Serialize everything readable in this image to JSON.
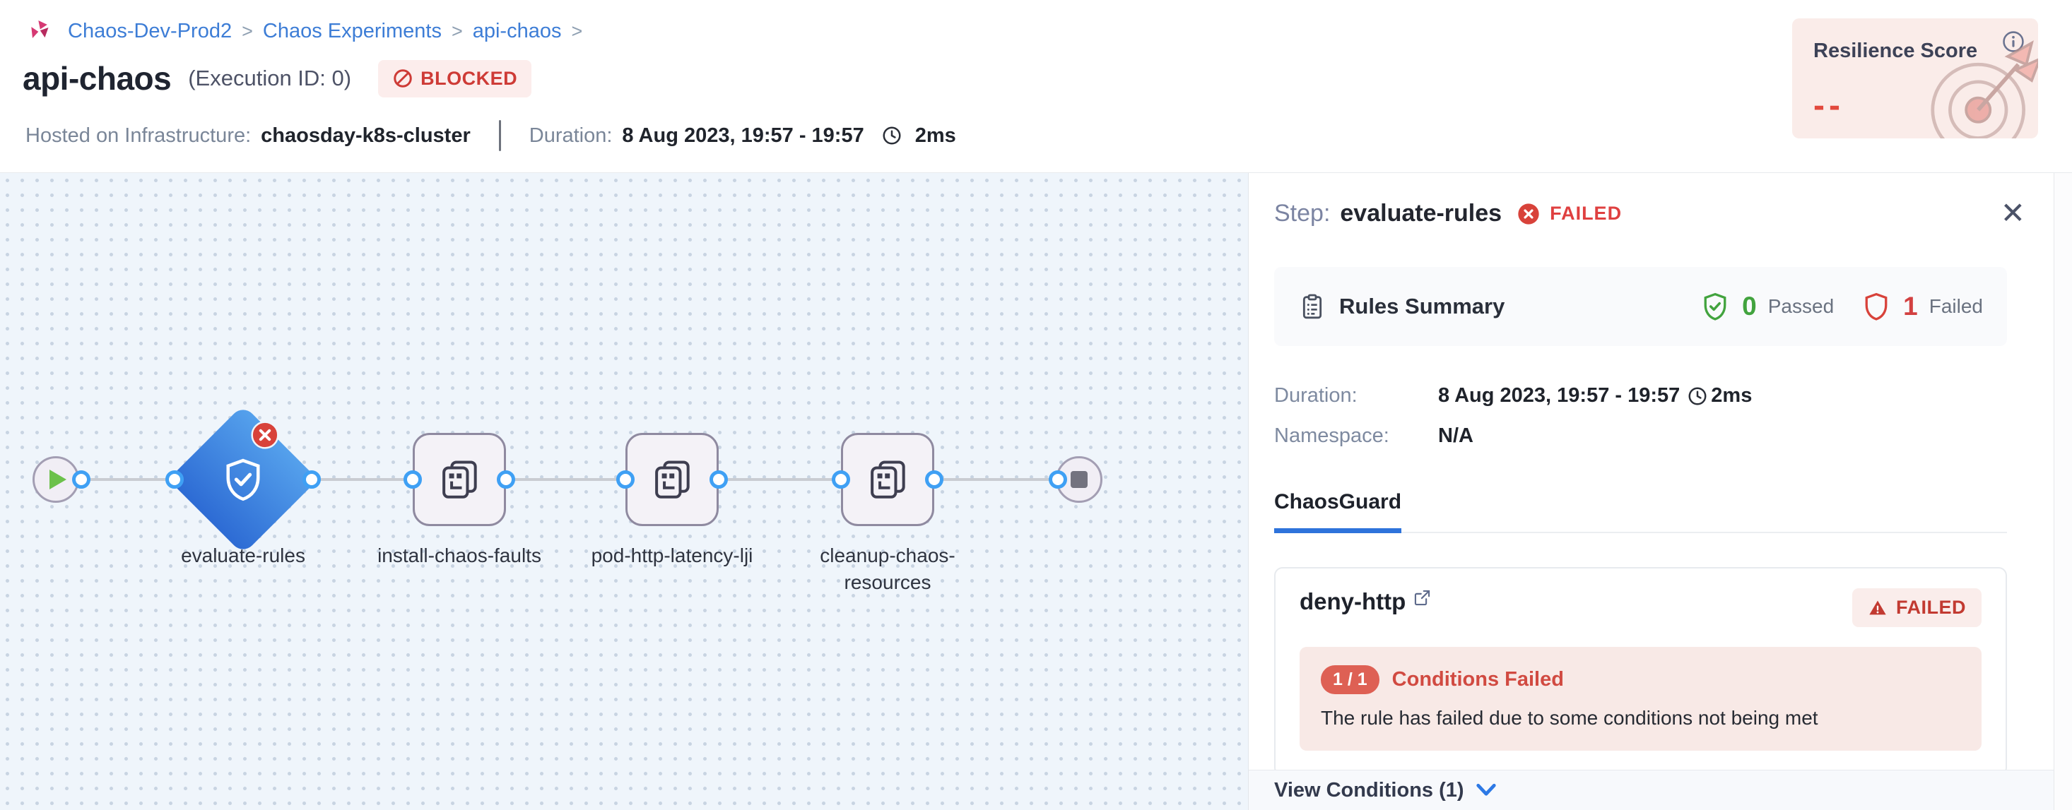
{
  "breadcrumb": {
    "separator": ">",
    "items": [
      "Chaos-Dev-Prod2",
      "Chaos Experiments",
      "api-chaos"
    ]
  },
  "header": {
    "title": "api-chaos",
    "execution_id": "(Execution ID: 0)",
    "status_badge": "BLOCKED",
    "hosted_label": "Hosted on Infrastructure:",
    "hosted_value": "chaosday-k8s-cluster",
    "duration_label": "Duration:",
    "duration_value": "8 Aug 2023, 19:57 - 19:57",
    "duration_ms": "2ms"
  },
  "resilience": {
    "title": "Resilience Score",
    "value": "--"
  },
  "pipeline": {
    "nodes": [
      {
        "label": "evaluate-rules"
      },
      {
        "label": "install-chaos-faults"
      },
      {
        "label": "pod-http-latency-lji"
      },
      {
        "label": "cleanup-chaos-resources"
      }
    ]
  },
  "panel": {
    "step_label": "Step:",
    "step_name": "evaluate-rules",
    "status": "FAILED",
    "close_glyph": "✕",
    "rules_summary": {
      "title": "Rules Summary",
      "passed_count": "0",
      "passed_label": "Passed",
      "failed_count": "1",
      "failed_label": "Failed"
    },
    "duration_label": "Duration:",
    "duration_value": "8 Aug 2023, 19:57 - 19:57",
    "duration_ms": "2ms",
    "namespace_label": "Namespace:",
    "namespace_value": "N/A",
    "tab": "ChaosGuard",
    "rule_card": {
      "name": "deny-http",
      "status": "FAILED",
      "conditions_count": "1 / 1",
      "conditions_title": "Conditions Failed",
      "conditions_message": "The rule has failed due to some conditions not being met"
    },
    "view_conditions": "View Conditions (1)"
  },
  "colors": {
    "accent_blue": "#2E73DB",
    "link_blue": "#3D7DD6",
    "connector_blue": "#3FA0F4",
    "failed_red": "#D8423A",
    "blocked_red": "#CE3B36",
    "passed_green": "#42A33E",
    "node_gradient_top": "#55A1EC",
    "node_gradient_bottom": "#2D6BD4",
    "canvas_bg": "#EFF5FB",
    "resilience_bg": "#FAECE9",
    "alert_bg": "#F8E9E6"
  }
}
